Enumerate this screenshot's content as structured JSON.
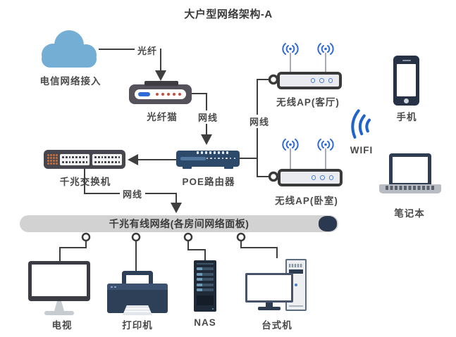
{
  "title": "大户型网络架构-A",
  "nodes": {
    "cloud": "电信网络接入",
    "modem": "光纤猫",
    "switch": "千兆交换机",
    "router": "POE路由器",
    "ap_living": "无线AP(客厅)",
    "ap_bedroom": "无线AP(卧室)",
    "phone": "手机",
    "wifi": "WIFI",
    "laptop": "笔记本",
    "wired_panel": "千兆有线网络(各房间网络面板)",
    "tv": "电视",
    "printer": "打印机",
    "nas": "NAS",
    "desktop": "台式机"
  },
  "cables": {
    "fiber": "光纤",
    "modem_router": "网线",
    "router_ap": "网线",
    "switch_panel": "网线"
  },
  "colors": {
    "line": "#3f3f3f",
    "cloud_blue": "#74aed4",
    "accent_blue": "#2f6bd8",
    "wifi_blue": "#2063cc",
    "device_slate": "#47464e",
    "router_navy": "#2d4a6b",
    "printer_navy": "#2e4057",
    "nas_dark": "#1e2a38",
    "bus_gray": "#d2d2d2",
    "led_orange": "#d06a2c",
    "led_red": "#cc4b3f",
    "label_gray": "#4a4a4a"
  }
}
